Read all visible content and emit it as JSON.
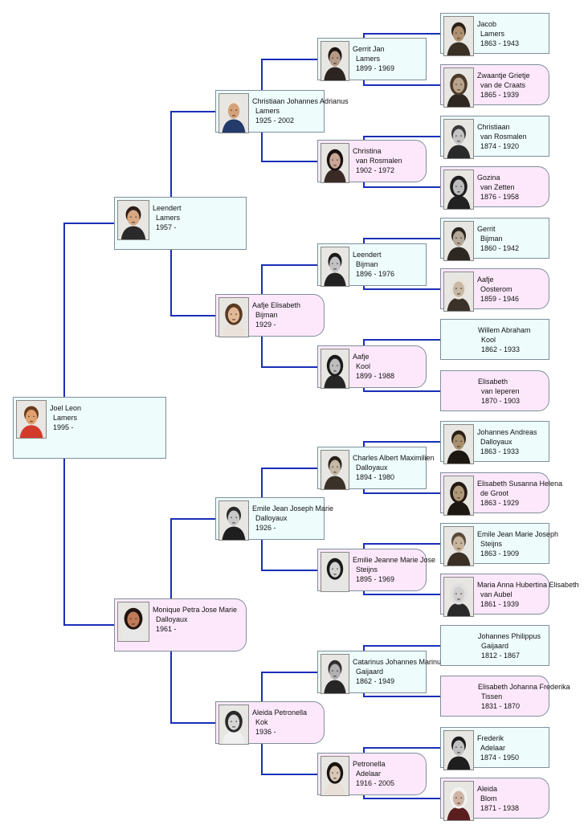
{
  "colors": {
    "male_box": "#eefcfc",
    "female_box": "#fde8fb",
    "connector": "#1a2fb8",
    "border": "#7f8f9a"
  },
  "people": [
    {
      "id": "p0",
      "gen": 0,
      "sex": "m",
      "skin": "#e0a070",
      "hair": "#6b3b1a",
      "shirt": "#d23a2a",
      "name1": "Joel Leon",
      "name2": "Lamers",
      "years": "1995 -"
    },
    {
      "id": "p1",
      "gen": 1,
      "sex": "m",
      "skin": "#d8a882",
      "hair": "#2c1e16",
      "shirt": "#2a2a2a",
      "name1": "Leendert",
      "name2": "Lamers",
      "years": "1957 -"
    },
    {
      "id": "p2",
      "gen": 1,
      "sex": "f",
      "skin": "#c07b5a",
      "hair": "#1f140f",
      "shirt": "#e8e8e8",
      "name1": "Monique Petra Jose Marie",
      "name2": "Dalloyaux",
      "years": "1961 -"
    },
    {
      "id": "p3",
      "gen": 2,
      "sex": "m",
      "skin": "#d4a27a",
      "hair": "#ece8e0",
      "shirt": "#233a6a",
      "name1": "Christiaan Johannes Adrianus",
      "name2": "Lamers",
      "years": "1925 - 2002"
    },
    {
      "id": "p4",
      "gen": 2,
      "sex": "f",
      "skin": "#e2b896",
      "hair": "#5a3a22",
      "shirt": "#eae2da",
      "name1": "Aafje Elisabeth",
      "name2": "Bijman",
      "years": "1929 -"
    },
    {
      "id": "p5",
      "gen": 2,
      "sex": "m",
      "skin": "#c8c8c8",
      "hair": "#2a2a2a",
      "shirt": "#1e1e1e",
      "name1": "Emile Jean Joseph Marie",
      "name2": "Dalloyaux",
      "years": "1926 -"
    },
    {
      "id": "p6",
      "gen": 2,
      "sex": "f",
      "skin": "#d6d6d6",
      "hair": "#2a2a2a",
      "shirt": "#f0f0f0",
      "name1": "Aleida Petronella",
      "name2": "Kok",
      "years": "1936 -"
    },
    {
      "id": "p7",
      "gen": 3,
      "sex": "m",
      "skin": "#b49a86",
      "hair": "#1c1410",
      "shirt": "#2c2420",
      "name1": "Gerrit Jan",
      "name2": "Lamers",
      "years": "1899 - 1969"
    },
    {
      "id": "p8",
      "gen": 3,
      "sex": "f",
      "skin": "#c9a797",
      "hair": "#1a1210",
      "shirt": "#3a2a26",
      "name1": "Christina",
      "name2": "van Rosmalen",
      "years": "1902 - 1972"
    },
    {
      "id": "p9",
      "gen": 3,
      "sex": "m",
      "skin": "#c2c2c2",
      "hair": "#1a1a1a",
      "shirt": "#222222",
      "name1": "Leendert",
      "name2": "Bijman",
      "years": "1896 - 1976"
    },
    {
      "id": "p10",
      "gen": 3,
      "sex": "f",
      "skin": "#bdbdbd",
      "hair": "#1a1a1a",
      "shirt": "#262626",
      "name1": "Aafje",
      "name2": "Kool",
      "years": "1899 - 1988"
    },
    {
      "id": "p11",
      "gen": 3,
      "sex": "m",
      "skin": "#c4b8a6",
      "hair": "#2a221a",
      "shirt": "#3a3228",
      "name1": "Charles Albert Maximilien",
      "name2": "Dalloyaux",
      "years": "1894 - 1980"
    },
    {
      "id": "p12",
      "gen": 3,
      "sex": "f",
      "skin": "#d2d2d2",
      "hair": "#1a1a1a",
      "shirt": "#e6e6e6",
      "name1": "Emilie Jeanne Marie Jose",
      "name2": "Steijns",
      "years": "1895 - 1969"
    },
    {
      "id": "p13",
      "gen": 3,
      "sex": "m",
      "skin": "#b0b0b0",
      "hair": "#2e2e2e",
      "shirt": "#262626",
      "name1": "Catarinus Johannes Marinus Samulinus",
      "name2": "Gaijaard",
      "years": "1862 - 1949"
    },
    {
      "id": "p14",
      "gen": 3,
      "sex": "f",
      "skin": "#d8c8b8",
      "hair": "#1a1410",
      "shirt": "#e8e0d8",
      "name1": "Petronella",
      "name2": "Adelaar",
      "years": "1916 - 2005"
    },
    {
      "id": "p15",
      "gen": 4,
      "sex": "m",
      "skin": "#b09070",
      "hair": "#2a2018",
      "shirt": "#3a3026",
      "name1": "Jacob",
      "name2": "Lamers",
      "years": "1863 - 1943"
    },
    {
      "id": "p16",
      "gen": 4,
      "sex": "f",
      "skin": "#b8a48c",
      "hair": "#4a3a2a",
      "shirt": "#2e2620",
      "name1": "Zwaantje Grietje",
      "name2": "van de Craats",
      "years": "1865 - 1939"
    },
    {
      "id": "p17",
      "gen": 4,
      "sex": "m",
      "skin": "#c4c4c4",
      "hair": "#3a3a3a",
      "shirt": "#2a2a2a",
      "name1": "Christiaan",
      "name2": "van Rosmalen",
      "years": "1874 - 1920"
    },
    {
      "id": "p18",
      "gen": 4,
      "sex": "f",
      "skin": "#bcbcbc",
      "hair": "#1e1e1e",
      "shirt": "#222222",
      "name1": "Gozina",
      "name2": "van Zetten",
      "years": "1876 - 1958"
    },
    {
      "id": "p19",
      "gen": 4,
      "sex": "m",
      "skin": "#b4a898",
      "hair": "#2a241e",
      "shirt": "#2e2822",
      "name1": "Gerrit",
      "name2": "Bijman",
      "years": "1860 - 1942"
    },
    {
      "id": "p20",
      "gen": 4,
      "sex": "f",
      "skin": "#c8b8a4",
      "hair": "#e8e4dc",
      "shirt": "#3a3228",
      "name1": "Aafje",
      "name2": "Oosterom",
      "years": "1859 - 1946"
    },
    {
      "id": "p21",
      "gen": 4,
      "sex": "m",
      "photo": false,
      "name1": "Willem Abraham",
      "name2": "Kool",
      "years": "1862 - 1933"
    },
    {
      "id": "p22",
      "gen": 4,
      "sex": "f",
      "photo": false,
      "name1": "Elisabeth",
      "name2": "van Ieperen",
      "years": "1870 - 1903"
    },
    {
      "id": "p23",
      "gen": 4,
      "sex": "m",
      "skin": "#a8906e",
      "hair": "#2a2016",
      "shirt": "#1e1812",
      "name1": "Johannes Andreas",
      "name2": "Dalloyaux",
      "years": "1863 - 1933"
    },
    {
      "id": "p24",
      "gen": 4,
      "sex": "f",
      "skin": "#b0987a",
      "hair": "#241a12",
      "shirt": "#1e1812",
      "name1": "Elisabeth Susanna Helena",
      "name2": "de Groot",
      "years": "1863 - 1929"
    },
    {
      "id": "p25",
      "gen": 4,
      "sex": "m",
      "skin": "#c8b49c",
      "hair": "#5a4a3a",
      "shirt": "#3a3026",
      "name1": "Emile Jean Marie Joseph",
      "name2": "Steijns",
      "years": "1863 - 1909"
    },
    {
      "id": "p26",
      "gen": 4,
      "sex": "f",
      "skin": "#cfcfcf",
      "hair": "#e0e0e0",
      "shirt": "#2a2a2a",
      "name1": "Maria Anna Hubertina Elisabeth",
      "name2": "van Aubel",
      "years": "1861 - 1939"
    },
    {
      "id": "p27",
      "gen": 4,
      "sex": "m",
      "photo": false,
      "name1": "Johannes Philippus",
      "name2": "Gaijaard",
      "years": "1812 - 1867"
    },
    {
      "id": "p28",
      "gen": 4,
      "sex": "f",
      "photo": false,
      "name1": "Elisabeth Johanna Frederika",
      "name2": "Tissen",
      "years": "1831 - 1870"
    },
    {
      "id": "p29",
      "gen": 4,
      "sex": "m",
      "skin": "#c0c0c0",
      "hair": "#1a1a1a",
      "shirt": "#1e1e1e",
      "name1": "Frederik",
      "name2": "Adelaar",
      "years": "1874 - 1950"
    },
    {
      "id": "p30",
      "gen": 4,
      "sex": "f",
      "skin": "#d0b4a4",
      "hair": "#f2f2f2",
      "shirt": "#5a1e1e",
      "name1": "Aleida",
      "name2": "Blom",
      "years": "1871 - 1938"
    }
  ]
}
